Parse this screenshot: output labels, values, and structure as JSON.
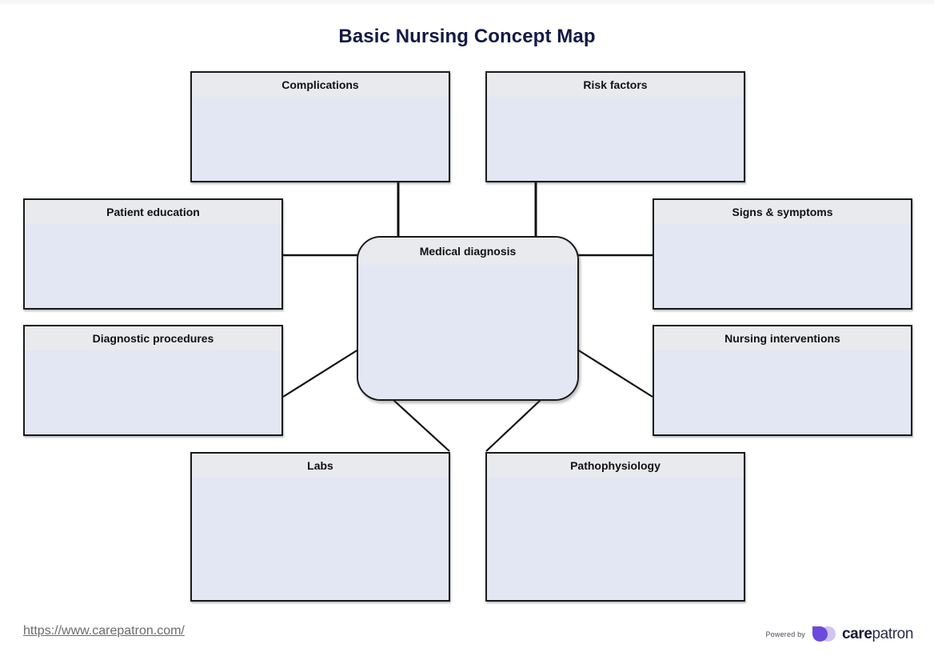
{
  "page": {
    "title": "Basic Nursing Concept Map",
    "background_color": "#ffffff",
    "title_color": "#131a45"
  },
  "theme": {
    "node_border_color": "#1a1a1a",
    "node_header_color": "#e9eaee",
    "node_body_color": "#e3e7f3",
    "connector_color": "#111111",
    "brand_purple": "#6d49dd",
    "brand_lavender": "#cfc4f4"
  },
  "center_node": {
    "label": "Medical diagnosis",
    "value": ""
  },
  "nodes": [
    {
      "id": "complications",
      "label": "Complications",
      "value": ""
    },
    {
      "id": "risk-factors",
      "label": "Risk factors",
      "value": ""
    },
    {
      "id": "patient-education",
      "label": "Patient education",
      "value": ""
    },
    {
      "id": "signs-symptoms",
      "label": "Signs & symptoms",
      "value": ""
    },
    {
      "id": "diagnostic-procedures",
      "label": "Diagnostic procedures",
      "value": ""
    },
    {
      "id": "nursing-interventions",
      "label": "Nursing interventions",
      "value": ""
    },
    {
      "id": "labs",
      "label": "Labs",
      "value": ""
    },
    {
      "id": "pathophysiology",
      "label": "Pathophysiology",
      "value": ""
    }
  ],
  "connections": [
    {
      "from": "complications",
      "to": "center"
    },
    {
      "from": "risk-factors",
      "to": "center"
    },
    {
      "from": "patient-education",
      "to": "center"
    },
    {
      "from": "signs-symptoms",
      "to": "center"
    },
    {
      "from": "diagnostic-procedures",
      "to": "center"
    },
    {
      "from": "nursing-interventions",
      "to": "center"
    },
    {
      "from": "labs",
      "to": "center"
    },
    {
      "from": "pathophysiology",
      "to": "center"
    }
  ],
  "footer": {
    "url": "https://www.carepatron.com/",
    "powered_by": "Powered by",
    "brand_first": "care",
    "brand_second": "patron"
  }
}
